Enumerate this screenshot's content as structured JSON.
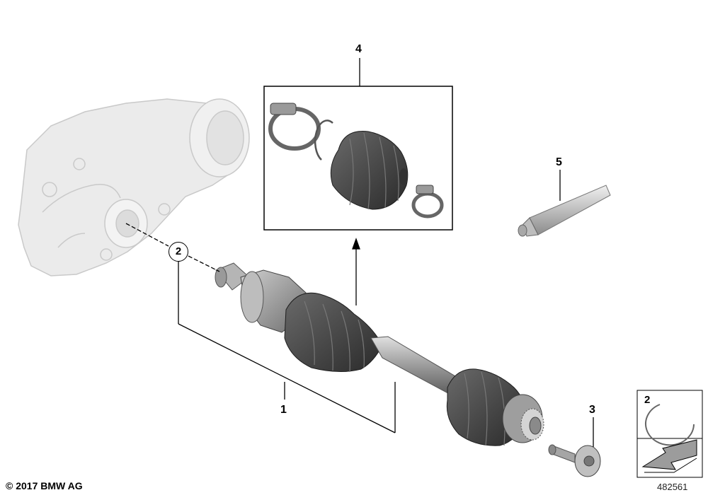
{
  "callouts": {
    "c1": "1",
    "c2": "2",
    "c3": "3",
    "c4": "4",
    "c5": "5"
  },
  "legend": {
    "ring_label": "2",
    "arrow_icon": "direction-arrow-icon"
  },
  "footer": {
    "copyright": "© 2017 BMW AG",
    "image_id": "482561"
  },
  "colors": {
    "line": "#000000",
    "part_dark": "#3c3c3c",
    "part_mid": "#8a8a8a",
    "part_light": "#c8c8c8",
    "ghost": "#e4e4e4"
  }
}
